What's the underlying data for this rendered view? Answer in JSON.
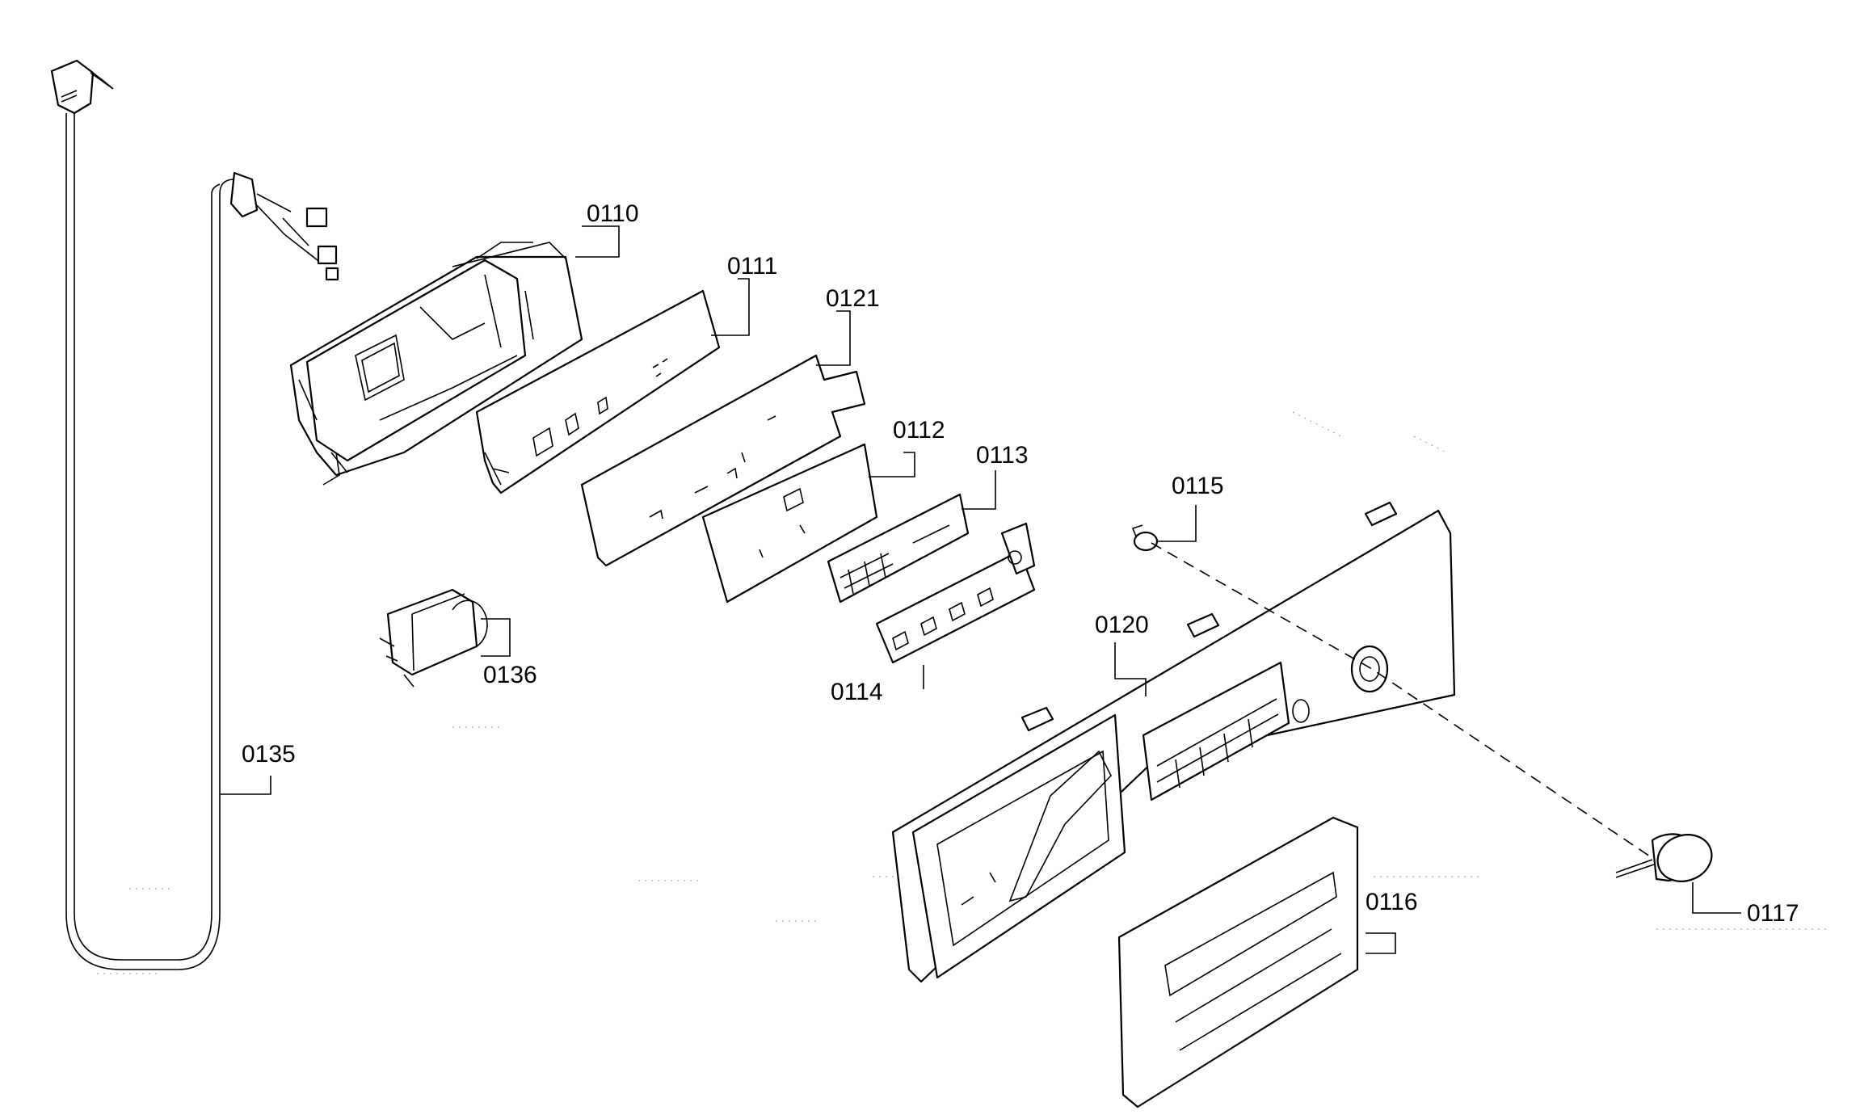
{
  "labels": {
    "p0110": "0110",
    "p0111": "0111",
    "p0121": "0121",
    "p0112": "0112",
    "p0113": "0113",
    "p0115": "0115",
    "p0120": "0120",
    "p0136": "0136",
    "p0114": "0114",
    "p0135": "0135",
    "p0116": "0116",
    "p0117": "0117"
  }
}
